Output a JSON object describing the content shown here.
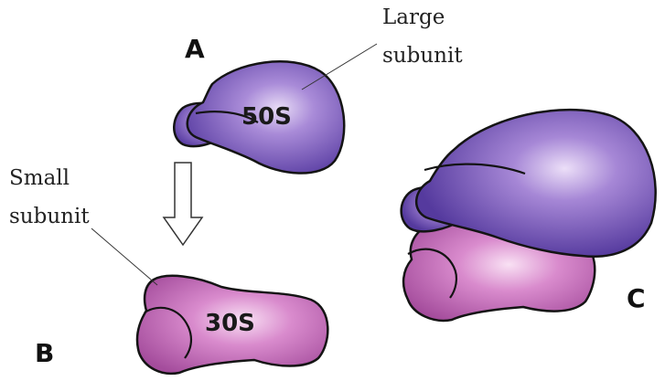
{
  "labels": {
    "a": "A",
    "b": "B",
    "c": "C"
  },
  "large_subunit": {
    "name": "50S",
    "caption_line1": "Large",
    "caption_line2": "subunit"
  },
  "small_subunit": {
    "name": "30S",
    "caption_line1": "Small",
    "caption_line2": "subunit"
  },
  "colors": {
    "large_subunit": "#6a4fb0",
    "small_subunit": "#c369b6",
    "outline": "#141414"
  },
  "icons": {
    "assembly_arrow": "down-arrow-outline-icon"
  }
}
